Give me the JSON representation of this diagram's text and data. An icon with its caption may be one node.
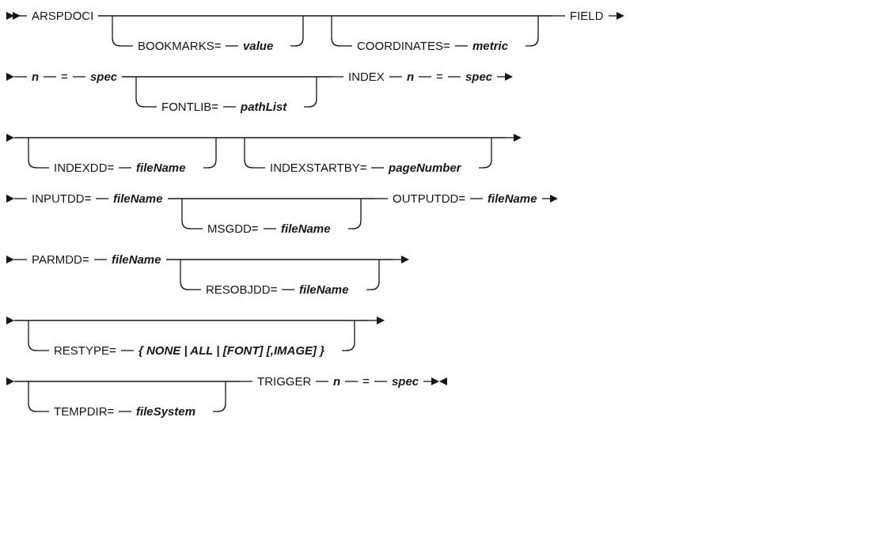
{
  "diagram": {
    "labels": [
      "ARSPDOCI",
      "BOOKMARKS=",
      "value",
      "COORDINATES=",
      "metric",
      "FIELD",
      "n",
      "=",
      "spec",
      "FONTLIB=",
      "pathList",
      "INDEX",
      "n",
      "=",
      "spec",
      "INDEXDD=",
      "fileName",
      "INDEXSTARTBY=",
      "pageNumber",
      "INPUTDD=",
      "fileName",
      "MSGDD=",
      "fileName",
      "OUTPUTDD=",
      "fileName",
      "PARMDD=",
      "fileName",
      "RESOBJDD=",
      "fileName",
      "RESTYPE=",
      "{ NONE | ALL | [FONT] [,IMAGE] }",
      "TEMPDIR=",
      "fileSystem",
      "TRIGGER",
      "n",
      "=",
      "spec"
    ]
  }
}
